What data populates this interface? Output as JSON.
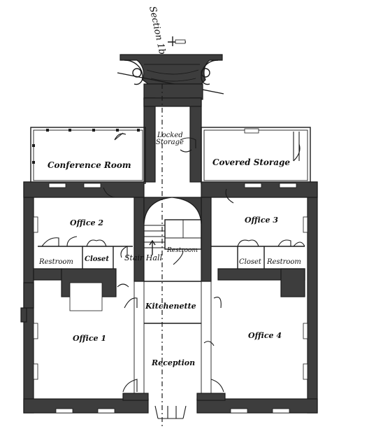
{
  "section_label": "Section 1b",
  "rooms": {
    "conference_room": "Conference Room",
    "locked_storage": "Locked Storage",
    "covered_storage": "Covered Storage",
    "office_2": "Office 2",
    "office_3": "Office 3",
    "restroom_left": "Restroom",
    "closet_left": "Closet",
    "stair_hall": "Stair Hall",
    "restroom_center": "Restroom",
    "closet_right": "Closet",
    "restroom_right": "Restroom",
    "kitchenette": "Kitchenette",
    "office_1": "Office 1",
    "office_4": "Office 4",
    "reception": "Reception"
  }
}
